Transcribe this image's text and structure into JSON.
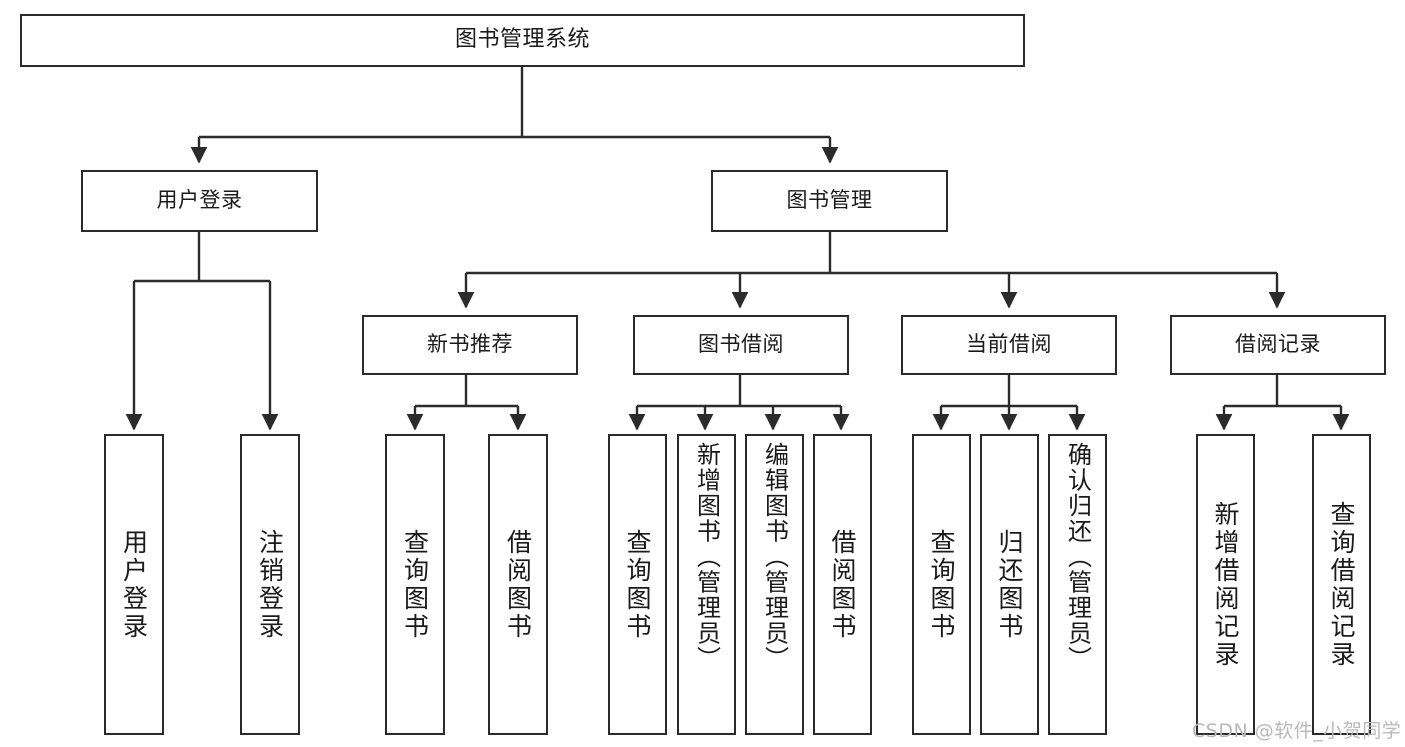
{
  "diagram": {
    "type": "tree",
    "title": "图书管理系统",
    "watermark": "CSDN @软件_小贺同学",
    "colors": {
      "stroke": "#2b2b2b",
      "fill": "#ffffff",
      "text": "#1a1a1a",
      "watermark": "#b9b9b9"
    },
    "nodes": {
      "root": {
        "label": "图书管理系统"
      },
      "level2": [
        {
          "label": "用户登录"
        },
        {
          "label": "图书管理"
        }
      ],
      "level3": [
        {
          "label": "新书推荐"
        },
        {
          "label": "图书借阅"
        },
        {
          "label": "当前借阅"
        },
        {
          "label": "借阅记录"
        }
      ],
      "leaves": {
        "user_login": [
          {
            "label": "用户登录"
          },
          {
            "label": "注销登录"
          }
        ],
        "new_book": [
          {
            "label": "查询图书"
          },
          {
            "label": "借阅图书"
          }
        ],
        "book_borrow": [
          {
            "label": "查询图书"
          },
          {
            "label": "新增图书（管理员）"
          },
          {
            "label": "编辑图书（管理员）"
          },
          {
            "label": "借阅图书"
          }
        ],
        "current_borrow": [
          {
            "label": "查询图书"
          },
          {
            "label": "归还图书"
          },
          {
            "label": "确认归还（管理员）"
          }
        ],
        "borrow_record": [
          {
            "label": "新增借阅记录"
          },
          {
            "label": "查询借阅记录"
          }
        ]
      }
    }
  }
}
